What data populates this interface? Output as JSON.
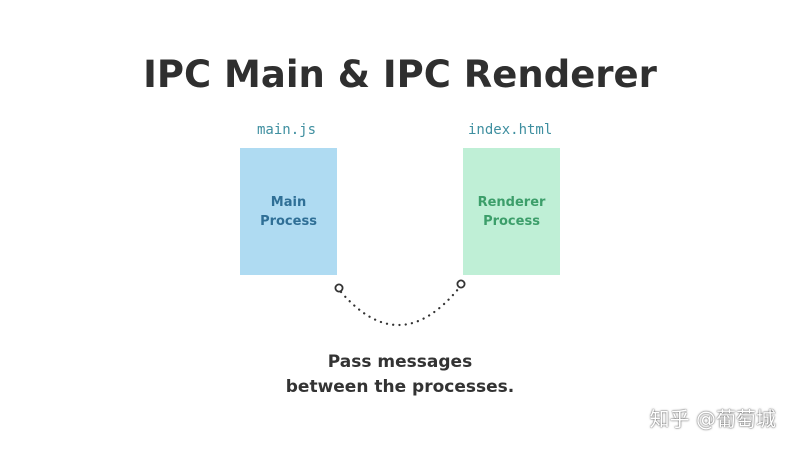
{
  "title": "IPC Main & IPC Renderer",
  "main_process": {
    "file": "main.js",
    "label_line1": "Main",
    "label_line2": "Process",
    "color": "#afdbf2",
    "text_color": "#2f6f96"
  },
  "renderer_process": {
    "file": "index.html",
    "label_line1": "Renderer",
    "label_line2": "Process",
    "color": "#bfefd6",
    "text_color": "#3c9e6a"
  },
  "connector": {
    "style": "dotted-arc",
    "endpoint_icon": "ring-icon",
    "color": "#333333"
  },
  "caption": {
    "line1": "Pass messages",
    "line2": "between the processes."
  },
  "watermark": "知乎 @葡萄城"
}
